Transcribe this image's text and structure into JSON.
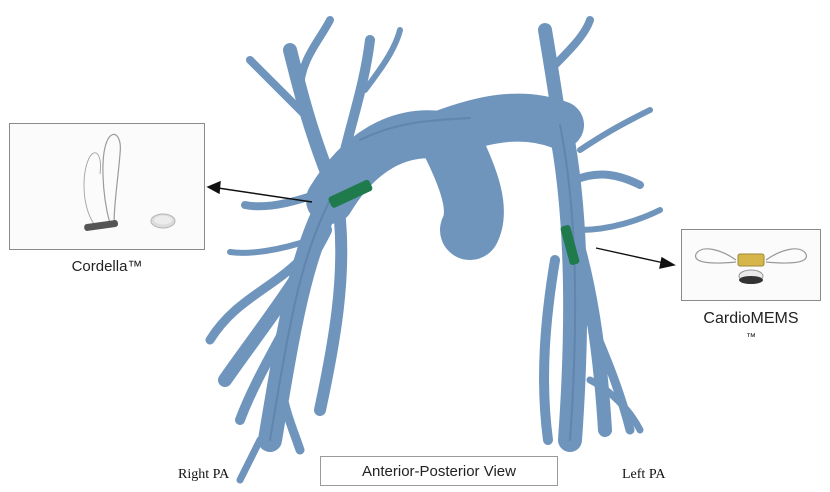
{
  "devices": {
    "left": {
      "name": "Cordella™"
    },
    "right": {
      "name": "CardioMEMS",
      "tm": "™"
    }
  },
  "labels": {
    "right_pa": "Right PA",
    "left_pa": "Left PA",
    "view": "Anterior-Posterior View"
  },
  "colors": {
    "vessel": "#6f95bd",
    "vessel_dark": "#4f7299",
    "implant": "#1f7a4c",
    "arrow": "#111111"
  }
}
